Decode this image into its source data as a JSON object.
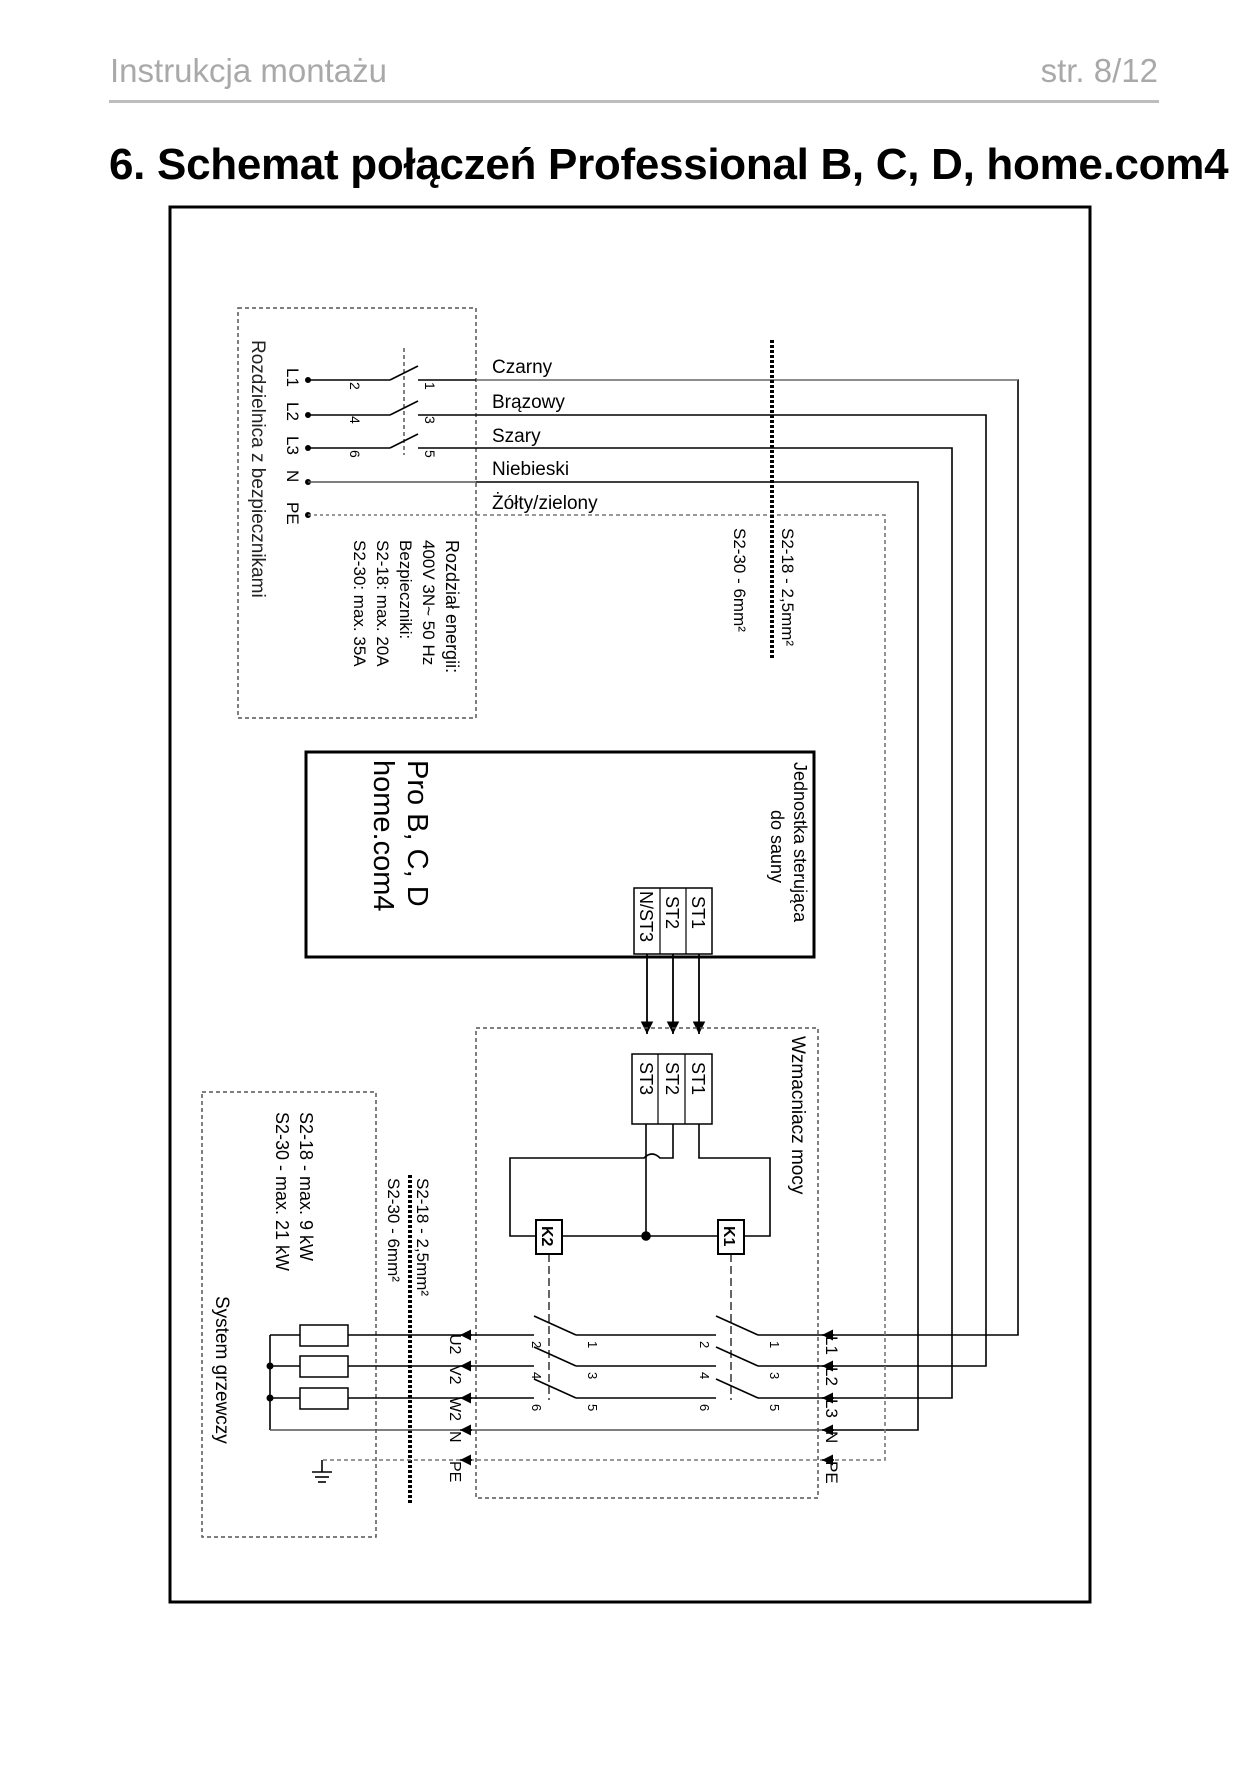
{
  "header": {
    "left": "Instrukcja montażu",
    "right": "str. 8/12"
  },
  "title": "6. Schemat połączeń Professional B, C, D, home.com4",
  "distribution_box": {
    "label": "Rozdzielnica z bezpiecznikami",
    "terminals": [
      "L1",
      "L2",
      "L3",
      "N",
      "PE"
    ],
    "switch_numbers_top": [
      "1",
      "3",
      "5"
    ],
    "switch_numbers_bottom": [
      "2",
      "4",
      "6"
    ],
    "info": [
      "Rozdział energii:",
      "400V 3N~ 50 Hz",
      "Bezpieczniki:",
      "S2-18: max. 20A",
      "S2-30: max. 35A"
    ]
  },
  "wire_colors": [
    "Czarny",
    "Brązowy",
    "Szary",
    "Niebieski",
    "Żółty/zielony"
  ],
  "cable_top": [
    "S2-18 - 2,5mm²",
    "S2-30 - 6mm²"
  ],
  "control_unit": {
    "title_lines": [
      "Jednostka sterująca",
      "do sauny"
    ],
    "model_lines": [
      "Pro B, C, D",
      "home.com4"
    ],
    "terminals": [
      "ST1",
      "ST2",
      "N/ST3"
    ]
  },
  "amplifier": {
    "label": "Wzmacniacz mocy",
    "terminals": [
      "ST1",
      "ST2",
      "ST3"
    ],
    "relays": [
      "K1",
      "K2"
    ],
    "input_terminals": [
      "L1",
      "L2",
      "L3",
      "N",
      "PE"
    ],
    "output_terminals": [
      "U2",
      "V2",
      "W2",
      "N",
      "PE"
    ],
    "contact_top": [
      "1",
      "3",
      "5"
    ],
    "contact_bottom": [
      "2",
      "4",
      "6"
    ]
  },
  "cable_bottom": [
    "S2-18 - 2,5mm²",
    "S2-30 - 6mm²"
  ],
  "heating_system": {
    "label": "System grzewczy",
    "info": [
      "S2-18 - max. 9 kW",
      "S2-30 - max. 21 kW"
    ]
  }
}
